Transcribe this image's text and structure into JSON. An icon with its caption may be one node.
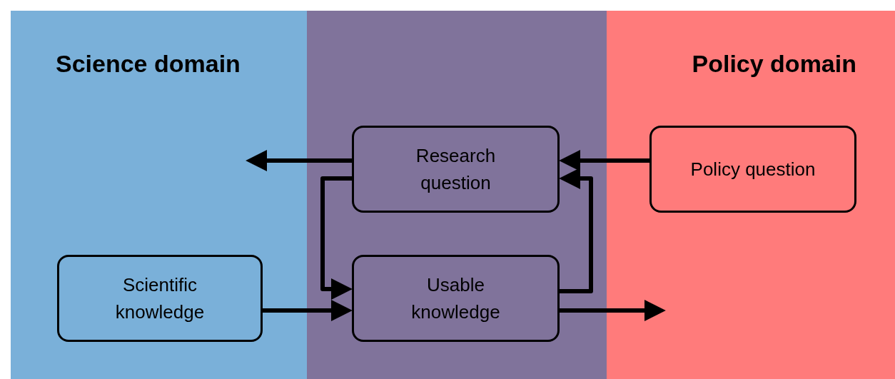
{
  "diagram": {
    "nodes": [
      {
        "text": [
          "Science domain"
        ]
      },
      {
        "text": [
          "Scientific knowledge"
        ],
        "in": 0
      },
      {
        "text": [],
        "shape": "band"
      },
      {
        "text": [
          "Research question"
        ],
        "in": 2
      },
      {
        "text": [
          "Usable knowledge"
        ],
        "in": 2
      },
      {
        "text": [
          "Policy domain"
        ]
      },
      {
        "text": [
          "Policy question"
        ],
        "in": 5
      }
    ],
    "edges": [
      {
        "from": 3,
        "to": null,
        "arrow": "to"
      },
      {
        "from": 6,
        "to": 3,
        "arrow": "to"
      },
      {
        "from": 3,
        "to": 4,
        "arrow": "to"
      },
      {
        "from": 4,
        "to": 3,
        "arrow": "to"
      },
      {
        "from": 1,
        "to": 4,
        "arrow": "to"
      },
      {
        "from": 4,
        "to": null,
        "arrow": "to"
      }
    ]
  }
}
